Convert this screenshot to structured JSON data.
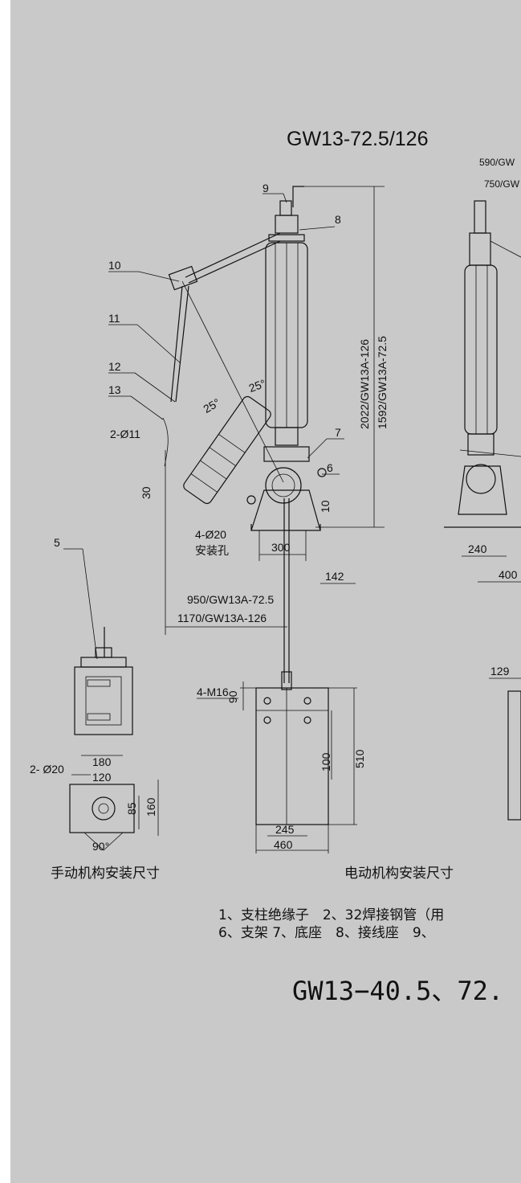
{
  "drawing": {
    "title_top": "GW13-72.5/126",
    "title_bottom": "GW13−40.5、72.",
    "caption_manual": "手动机构安装尺寸",
    "caption_electric": "电动机构安装尺寸",
    "legend_line1": "1、支柱绝缘子　2、32焊接钢管（用",
    "legend_line2": "6、支架 7、底座　8、接线座　9、",
    "part_numbers": [
      "9",
      "8",
      "10",
      "11",
      "12",
      "13",
      "7",
      "6",
      "5"
    ],
    "dimensions": {
      "top_right_1": "590/GW",
      "top_right_2": "750/GW",
      "height_126": "2022/GW13A-126",
      "height_72": "1592/GW13A-72.5",
      "angle_1": "25°",
      "angle_2": "25°",
      "hole_top": "2-Ø11",
      "dim_30": "30",
      "dim_10": "10",
      "mount_holes": "4-Ø20",
      "mount_holes_note": "安装孔",
      "dim_300": "300",
      "dim_142": "142",
      "width_72": "950/GW13A-72.5",
      "width_126": "1170/GW13A-126",
      "dim_240": "240",
      "dim_400": "400",
      "dim_129": "129",
      "dim_90": "90",
      "bolts": "4-M16",
      "dim_100": "100",
      "dim_510": "510",
      "dim_245": "245",
      "dim_460": "460",
      "dim_180": "180",
      "man_holes": "2- Ø20",
      "dim_120": "120",
      "dim_85": "85",
      "dim_160": "160",
      "angle_90": "90°"
    }
  }
}
